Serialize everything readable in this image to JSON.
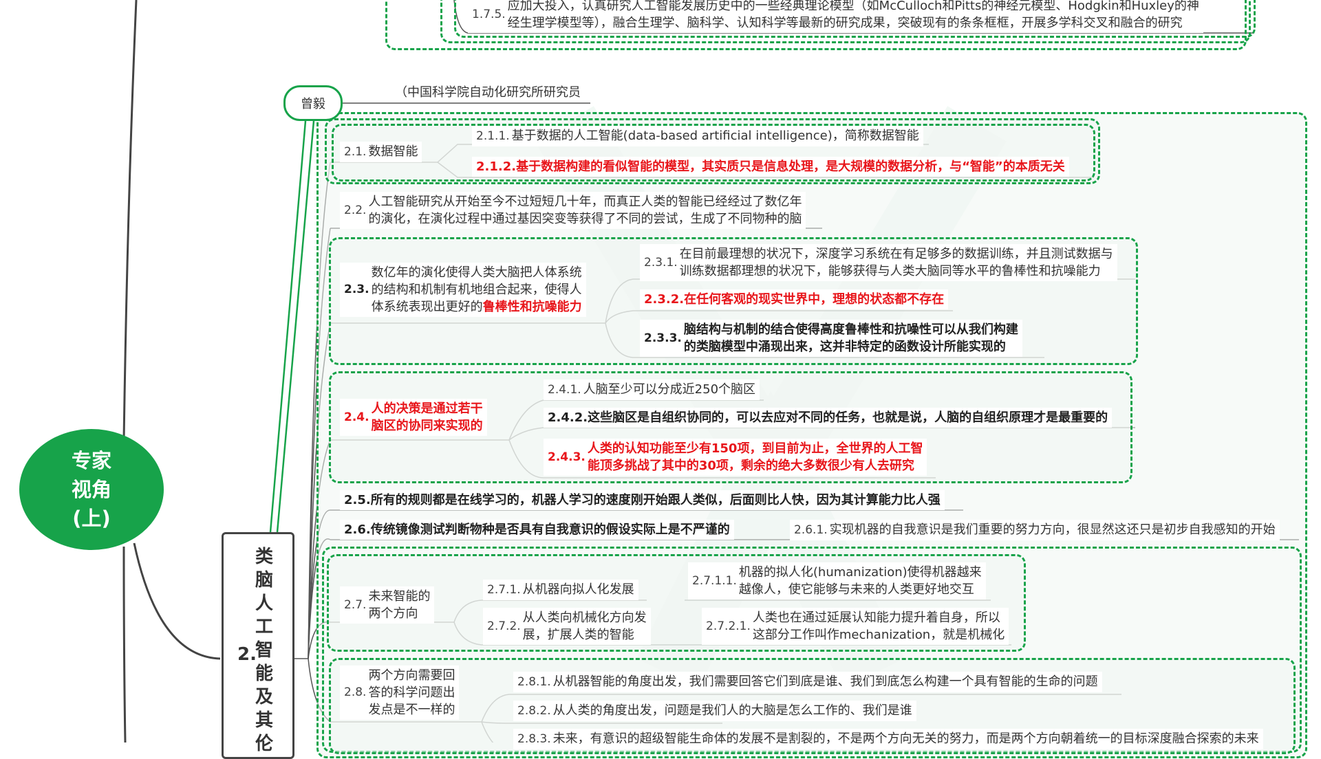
{
  "root": {
    "label_line1": "专家",
    "label_line2": "视角",
    "label_line3": "(上)",
    "color": "#17a34a"
  },
  "top_fragment": {
    "node_1_7_5": {
      "num": "1.7.5.",
      "line1": "应加大投入，认真研究人工智能发展历史中的一些经典理论模型（如McCulloch和Pitts的神经元模型、Hodgkin和Huxley的神",
      "line2": "经生理学模型等），融合生理学、脑科学、认知科学等最新的研究成果，突破现有的条条框框，开展多学科交叉和融合的研究"
    }
  },
  "branch2": {
    "num": "2.",
    "title_chars": [
      "类",
      "脑",
      "人",
      "工",
      "智",
      "能",
      "及",
      "其",
      "伦"
    ],
    "person": {
      "name": "曾毅",
      "affiliation": "（中国科学院自动化研究所研究员"
    },
    "items": {
      "n2_1": {
        "num": "2.1.",
        "text": "数据智能",
        "children": [
          {
            "num": "2.1.1.",
            "text": "基于数据的人工智能(data-based artificial intelligence)，简称数据智能"
          },
          {
            "num": "2.1.2.",
            "text": "基于数据构建的看似智能的模型，其实质只是信息处理，是大规模的数据分析，与“智能”的本质无关"
          }
        ]
      },
      "n2_2": {
        "num": "2.2.",
        "line1": "人工智能研究从开始至今不过短短几十年，而真正人类的智能已经经过了数亿年",
        "line2": "的演化，在演化过程中通过基因突变等获得了不同的尝试，生成了不同物种的脑"
      },
      "n2_3": {
        "num": "2.3.",
        "line1": "数亿年的演化使得人类大脑把人体系统",
        "line2": "的结构和机制有机地组合起来，使得人",
        "line3_plain": "体系统表现出更好的",
        "line3_red": "鲁棒性和抗噪能力",
        "children": [
          {
            "num": "2.3.1.",
            "line1": "在目前最理想的状况下，深度学习系统在有足够多的数据训练，并且测试数据与",
            "line2": "训练数据都理想的状况下，能够获得与人类大脑同等水平的鲁棒性和抗噪能力"
          },
          {
            "num": "2.3.2.",
            "text": "在任何客观的现实世界中，理想的状态都不存在"
          },
          {
            "num": "2.3.3.",
            "line1": "脑结构与机制的结合使得高度鲁棒性和抗噪性可以从我们构建",
            "line2": "的类脑模型中涌现出来，这并非特定的函数设计所能实现的"
          }
        ]
      },
      "n2_4": {
        "num": "2.4.",
        "line1": "人的决策是通过若干",
        "line2": "脑区的协同来实现的",
        "children": [
          {
            "num": "2.4.1.",
            "text": "人脑至少可以分成近250个脑区"
          },
          {
            "num": "2.4.2.",
            "text": "这些脑区是自组织协同的，可以去应对不同的任务，也就是说，人脑的自组织原理才是最重要的"
          },
          {
            "num": "2.4.3.",
            "line1": "人类的认知功能至少有150项，到目前为止，全世界的人工智",
            "line2": "能顶多挑战了其中的30项，剩余的绝大多数很少有人去研究"
          }
        ]
      },
      "n2_5": {
        "num": "2.5.",
        "text": "所有的规则都是在线学习的，机器人学习的速度刚开始跟人类似，后面则比人快，因为其计算能力比人强"
      },
      "n2_6": {
        "num": "2.6.",
        "text": "传统镜像测试判断物种是否具有自我意识的假设实际上是不严谨的",
        "children": [
          {
            "num": "2.6.1.",
            "text": "实现机器的自我意识是我们重要的努力方向，很显然这还只是初步自我感知的开始"
          }
        ]
      },
      "n2_7": {
        "num": "2.7.",
        "line1": "未来智能的",
        "line2": "两个方向",
        "children": [
          {
            "num": "2.7.1.",
            "text": "从机器向拟人化发展",
            "children": [
              {
                "num": "2.7.1.1.",
                "line1": "机器的拟人化(humanization)使得机器越来",
                "line2": "越像人，使它能够与未来的人类更好地交互"
              }
            ]
          },
          {
            "num": "2.7.2.",
            "line1": "从人类向机械化方向发",
            "line2": "展，扩展人类的智能",
            "children": [
              {
                "num": "2.7.2.1.",
                "line1": "人类也在通过延展认知能力提升着自身，所以",
                "line2": "这部分工作叫作mechanization，就是机械化"
              }
            ]
          }
        ]
      },
      "n2_8": {
        "num": "2.8.",
        "line1": "两个方向需要回",
        "line2": "答的科学问题出",
        "line3": "发点是不一样的",
        "children": [
          {
            "num": "2.8.1.",
            "text": "从机器智能的角度出发，我们需要回答它们到底是谁、我们到底怎么构建一个具有智能的生命的问题"
          },
          {
            "num": "2.8.2.",
            "text": "从人类的角度出发，问题是我们人的大脑是怎么工作的、我们是谁"
          },
          {
            "num": "2.8.3.",
            "text": "未来，有意识的超级智能生命体的发展不是割裂的，不是两个方向无关的努力，而是两个方向朝着统一的目标深度融合探索的未来"
          }
        ]
      }
    }
  },
  "colors": {
    "accent_green": "#17a34a",
    "highlight_red": "#e8161b",
    "line_gray": "#555555",
    "text": "#333333"
  }
}
